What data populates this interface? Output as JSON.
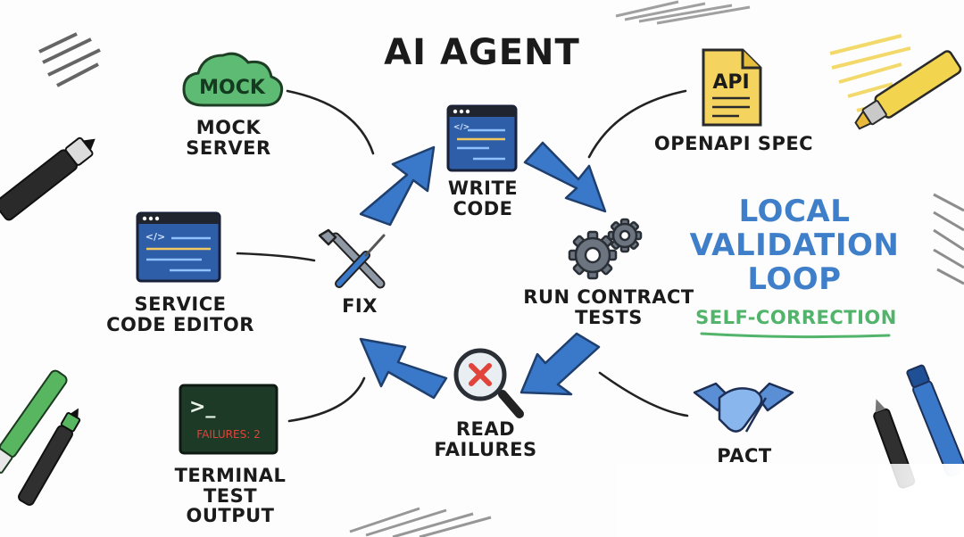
{
  "title": "AI AGENT",
  "nodes": {
    "mock_server": "MOCK\nSERVER",
    "openapi_spec": "OPENAPI SPEC",
    "write_code": "WRITE\nCODE",
    "run_contract_tests": "RUN CONTRACT\nTESTS",
    "read_failures": "READ\nFAILURES",
    "fix": "FIX",
    "service_code_editor": "SERVICE\nCODE EDITOR",
    "terminal_test_output": "TERMINAL\nTEST OUTPUT",
    "pact": "PACT"
  },
  "icons": {
    "mock_cloud": "MOCK",
    "api_doc": "API",
    "terminal_prompt": ">_",
    "terminal_failures": "FAILURES: 2",
    "code_symbol": "</>"
  },
  "side": {
    "headline": "LOCAL\nVALIDATION\nLOOP",
    "subtitle": "SELF-CORRECTION"
  },
  "colors": {
    "arrow_blue": "#3a78c9",
    "headline_blue": "#3f7fc9",
    "subtitle_green": "#52b46a",
    "cloud_green": "#5dbb74",
    "doc_yellow": "#f4d35e",
    "failure_red": "#e0443a"
  }
}
